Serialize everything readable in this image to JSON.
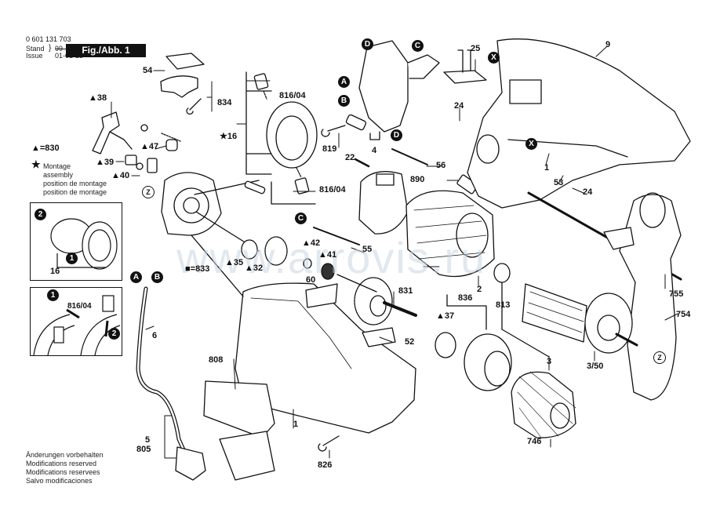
{
  "header": {
    "part_number": "0 601 131 703",
    "stand_label": "Stand",
    "issue_label": "Issue",
    "stand_date_struck": "99-11-23",
    "issue_date": "01-01-23",
    "figure_label": "Fig./Abb. 1"
  },
  "legend": {
    "triangle_note": "▲=830",
    "star_symbol": "★",
    "assembly_lines": [
      "Montage",
      "assembly",
      "position de montage",
      "position de montage"
    ],
    "square_note": "■=833"
  },
  "footer_notes": [
    "Änderungen vorbehalten",
    "Modifications reserved",
    "Modifications reservees",
    "Salvo modificaciones"
  ],
  "watermark": "www.arrovis.ru",
  "part_labels": {
    "p54": "54",
    "p834": "834",
    "p38": "▲38",
    "p47": "▲47",
    "p39": "▲39",
    "p40": "▲40",
    "p816a": "816/04",
    "p816b": "816/04",
    "p816c": "816/04",
    "p16": "★16",
    "p16b": "16",
    "p819": "819",
    "p4": "4",
    "p22": "22",
    "p56": "56",
    "p890": "890",
    "p25": "25",
    "p24a": "24",
    "p24b": "24",
    "p9": "9",
    "p1a": "1",
    "p53": "53",
    "p35": "▲35",
    "p32": "▲32",
    "p42": "▲42",
    "p41": "▲41",
    "p55": "55",
    "p60": "60",
    "p831": "831",
    "p2": "2",
    "p836": "836",
    "p37": "▲37",
    "p813": "813",
    "p52": "52",
    "p3": "3",
    "p350": "3/50",
    "p755": "755",
    "p754": "754",
    "p6": "6",
    "p808": "808",
    "p1b": "1",
    "p5": "5",
    "p805": "805",
    "p826": "826",
    "p746": "746"
  },
  "callouts": {
    "A": "A",
    "B": "B",
    "C": "C",
    "D": "D",
    "X": "X",
    "Z": "Z",
    "one": "1",
    "two": "2"
  }
}
